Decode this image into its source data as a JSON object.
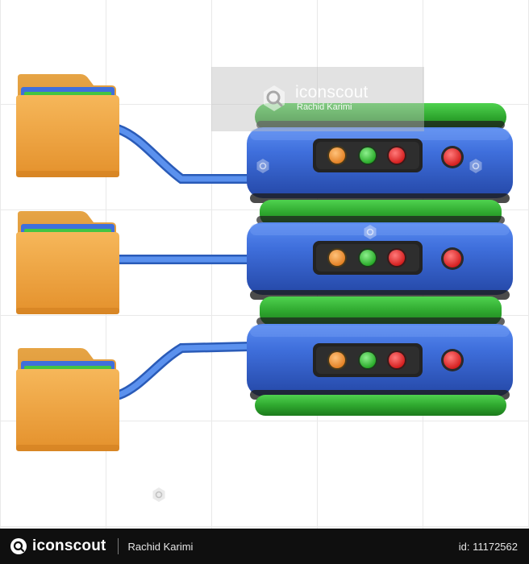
{
  "watermark": {
    "brand": "iconscout",
    "author": "Rachid Karimi"
  },
  "footer": {
    "brand": "iconscout",
    "author": "Rachid Karimi",
    "id_text": "id: 11172562"
  },
  "illustration": {
    "subject": "database-server-with-folders",
    "folders": 3,
    "server_units": 3,
    "indicator_lights": [
      "orange",
      "green",
      "red"
    ],
    "colors": {
      "server_body": "#3f6ed6",
      "server_rim": "#2a8f2a",
      "folder": "#f0a442",
      "cable": "#4a86e8",
      "power_button": "#e21e1e"
    }
  }
}
